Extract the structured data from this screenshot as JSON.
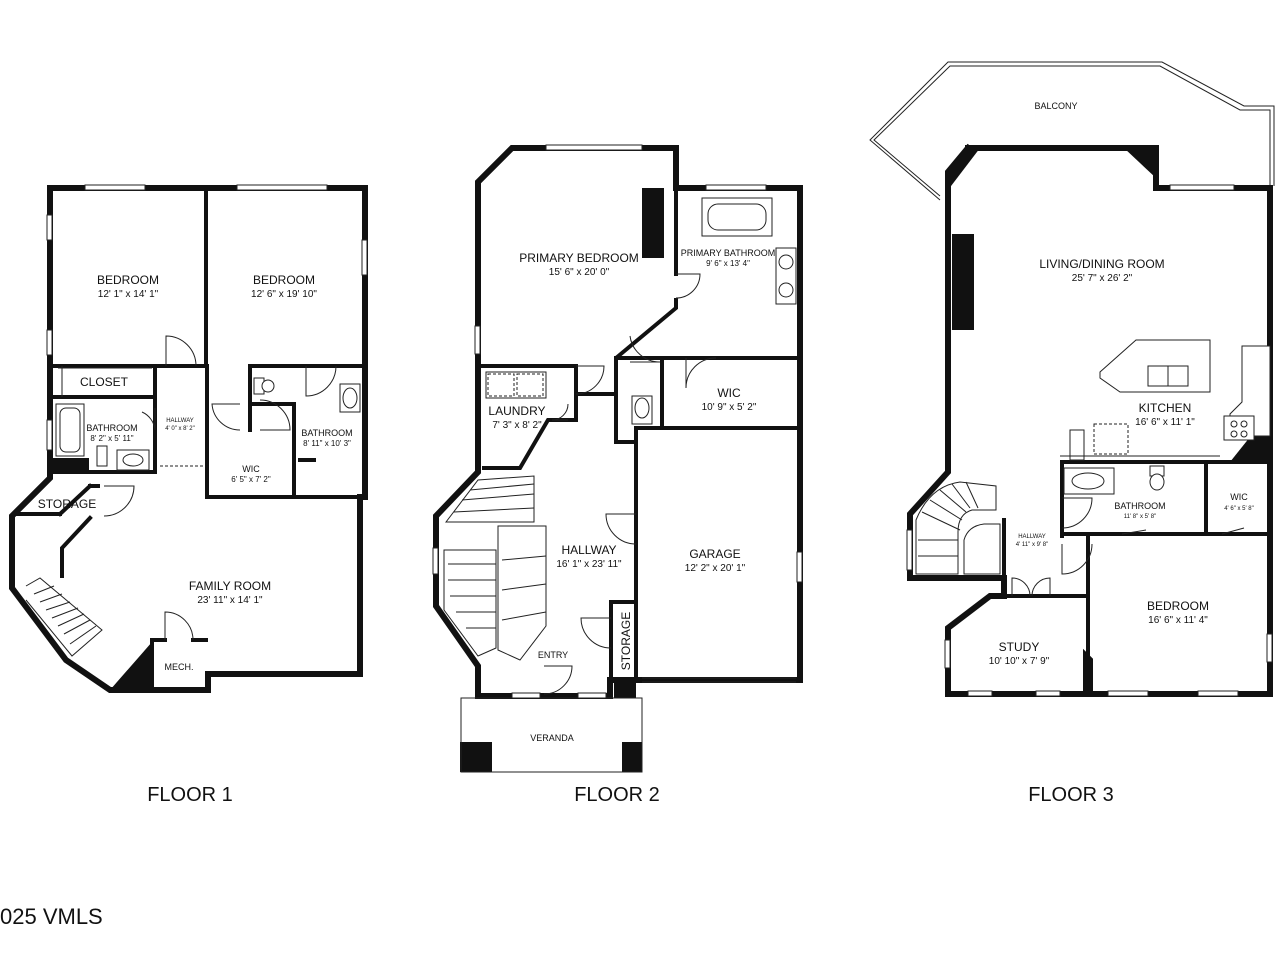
{
  "floors": [
    {
      "label": "FLOOR 1",
      "rooms": [
        {
          "name": "BEDROOM",
          "dims": "12' 1\" x 14' 1\""
        },
        {
          "name": "BEDROOM",
          "dims": "12' 6\" x 19' 10\""
        },
        {
          "name": "CLOSET",
          "dims": ""
        },
        {
          "name": "BATHROOM",
          "dims": "8' 2\" x 5' 11\""
        },
        {
          "name": "HALLWAY",
          "dims": "4' 0\" x 8' 2\""
        },
        {
          "name": "BATHROOM",
          "dims": "8' 11\" x 10' 3\""
        },
        {
          "name": "WIC",
          "dims": "6' 5\" x 7' 2\""
        },
        {
          "name": "STORAGE",
          "dims": ""
        },
        {
          "name": "FAMILY ROOM",
          "dims": "23' 11\" x 14' 1\""
        },
        {
          "name": "MECH.",
          "dims": ""
        }
      ]
    },
    {
      "label": "FLOOR 2",
      "rooms": [
        {
          "name": "PRIMARY BEDROOM",
          "dims": "15' 6\" x 20' 0\""
        },
        {
          "name": "PRIMARY BATHROOM",
          "dims": "9' 6\" x 13' 4\""
        },
        {
          "name": "LAUNDRY",
          "dims": "7' 3\" x 8' 2\""
        },
        {
          "name": "WIC",
          "dims": "10' 9\" x 5' 2\""
        },
        {
          "name": "HALLWAY",
          "dims": "16' 1\" x 23' 11\""
        },
        {
          "name": "GARAGE",
          "dims": "12' 2\" x 20' 1\""
        },
        {
          "name": "STORAGE",
          "dims": ""
        },
        {
          "name": "ENTRY",
          "dims": ""
        },
        {
          "name": "VERANDA",
          "dims": ""
        }
      ]
    },
    {
      "label": "FLOOR 3",
      "rooms": [
        {
          "name": "BALCONY",
          "dims": ""
        },
        {
          "name": "LIVING/DINING ROOM",
          "dims": "25' 7\" x 26' 2\""
        },
        {
          "name": "KITCHEN",
          "dims": "16' 6\" x 11' 1\""
        },
        {
          "name": "BATHROOM",
          "dims": "11' 8\" x 5' 8\""
        },
        {
          "name": "WIC",
          "dims": "4' 6\" x 5' 8\""
        },
        {
          "name": "HALLWAY",
          "dims": "4' 11\" x 9' 8\""
        },
        {
          "name": "STUDY",
          "dims": "10' 10\" x 7' 9\""
        },
        {
          "name": "BEDROOM",
          "dims": "16' 6\" x 11' 4\""
        }
      ]
    }
  ],
  "copyright": "025 VMLS"
}
